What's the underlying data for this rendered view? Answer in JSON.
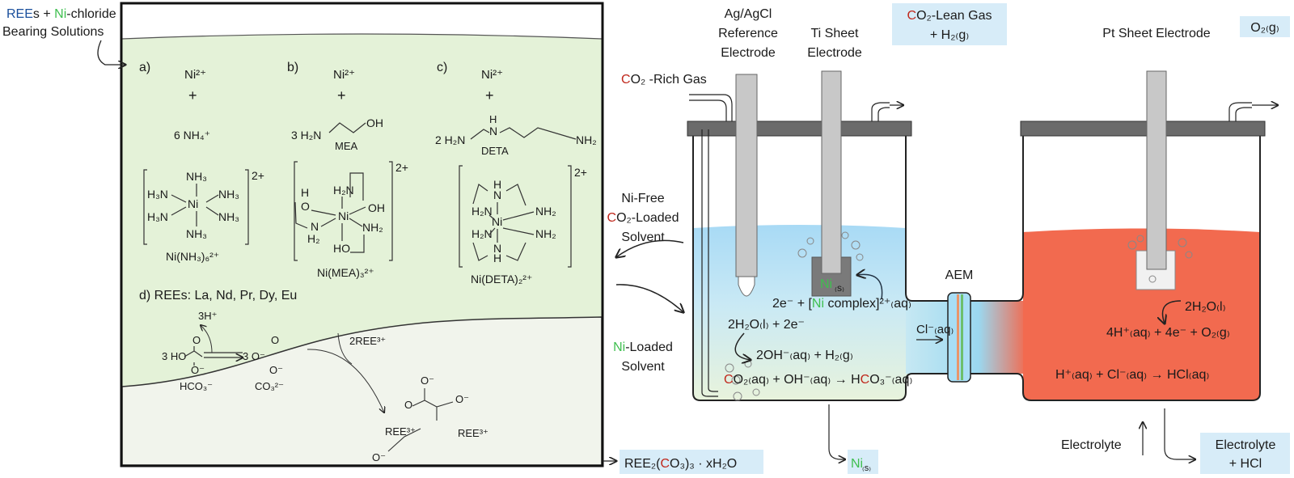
{
  "inlet": {
    "line1_a": "REE",
    "line1_b": "s + ",
    "line1_c": "Ni",
    "line1_d": "-chloride",
    "line2": "Bearing Solutions"
  },
  "panel_a": {
    "label": "a)",
    "ion": "Ni²⁺",
    "plus": "+",
    "ligand": "6 NH₄⁺",
    "complex": "Ni(NH₃)₆²⁺",
    "charge": "2+",
    "atoms": {
      "top": "NH₃",
      "bottom": "NH₃",
      "ul": "H₃N",
      "ll": "H₃N",
      "ur": "NH₃",
      "lr": "NH₃",
      "center": "Ni"
    }
  },
  "panel_b": {
    "label": "b)",
    "ion": "Ni²⁺",
    "plus": "+",
    "ligand": "3 H₂N",
    "ligand_oh": "OH",
    "ligand_name": "MEA",
    "complex": "Ni(MEA)₃²⁺",
    "charge": "2+",
    "atoms": {
      "h2n": "H₂N",
      "oh_r": "OH",
      "o_l": "O",
      "h_l": "H",
      "n_l": "N",
      "h2": "H₂",
      "nh2": "NH₂",
      "ho": "HO",
      "center": "Ni"
    }
  },
  "panel_c": {
    "label": "c)",
    "ion": "Ni²⁺",
    "plus": "+",
    "ligand": "2 H₂N",
    "ligand_nh": "N",
    "ligand_h": "H",
    "ligand_nh2": "NH₂",
    "ligand_name": "DETA",
    "complex": "Ni(DETA)₂²⁺",
    "charge": "2+",
    "atoms": {
      "ul": "H₂N",
      "ll": "H₂N",
      "ur": "NH₂",
      "lr": "NH₂",
      "top": "N",
      "bottom": "N",
      "h": "H",
      "center": "Ni"
    }
  },
  "panel_d": {
    "label": "d) REEs: La, Nd, Pr, Dy, Eu",
    "proton": "3H⁺",
    "ree": "2REE³⁺",
    "bicarb_lhs": "3 HO",
    "bicarb_name": "HCO₃⁻",
    "carb_lhs": "3 O⁻",
    "carb_name": "CO₃²⁻",
    "o": "O",
    "o_minus": "O⁻",
    "ree_a": "REE³⁺",
    "ree_b": "REE³⁺"
  },
  "product": {
    "text_a": "REE₂(",
    "text_b": "C",
    "text_c": "O₃)₃ · xH₂O"
  },
  "flows": {
    "ni_free_1": "Ni-Free",
    "ni_free_2_a": "C",
    "ni_free_2_b": "O₂-Loaded",
    "ni_free_3": "Solvent",
    "ni_loaded_1_a": "Ni",
    "ni_loaded_1_b": "-Loaded",
    "ni_loaded_2": "Solvent",
    "co2_rich_a": "C",
    "co2_rich_b": "O₂ -Rich Gas"
  },
  "electrodes": {
    "agcl": [
      "Ag/AgCl",
      "Reference",
      "Electrode"
    ],
    "ti": [
      "Ti Sheet",
      "Electrode"
    ],
    "pt": "Pt Sheet Electrode"
  },
  "outlets": {
    "lean_1_a": "C",
    "lean_1_b": "O₂-Lean Gas",
    "lean_2": "+ H₂₍g₎",
    "o2": "O₂₍g₎",
    "ni_s_a": "Ni",
    "ni_s_b": "₍s₎",
    "electrolyte_in": "Electrolyte",
    "electrolyte_out_1": "Electrolyte",
    "electrolyte_out_2": "+ HCl"
  },
  "cathode": {
    "ni_deposit_a": "Ni",
    "ni_deposit_b": "₍s₎",
    "r1_a": "2e⁻ + [",
    "r1_b": "Ni",
    "r1_c": " complex]²⁺₍aq₎",
    "r2": "2H₂O₍l₎ + 2e⁻",
    "r3": "2OH⁻₍aq₎ + H₂₍g₎",
    "r4_a": "C",
    "r4_b": "O₂₍aq₎ + OH⁻₍aq₎ → H",
    "r4_c": "C",
    "r4_d": "O₃⁻₍aq₎"
  },
  "membrane": {
    "label": "AEM",
    "ion": "Cl⁻₍aq₎"
  },
  "anode": {
    "r1": "2H₂O₍l₎",
    "r2": "4H⁺₍aq₎ + 4e⁻ + O₂₍g₎",
    "r3": "H⁺₍aq₎ + Cl⁻₍aq₎ → HCl₍aq₎"
  },
  "colors": {
    "solvent_green": "#e4f2d8",
    "catholyte_blue": "#b9e2f7",
    "anolyte_red": "#f26a4f",
    "label_box": "#d7ecf8",
    "highlight_red": "#c0281c",
    "highlight_green": "#3fbf4f"
  }
}
